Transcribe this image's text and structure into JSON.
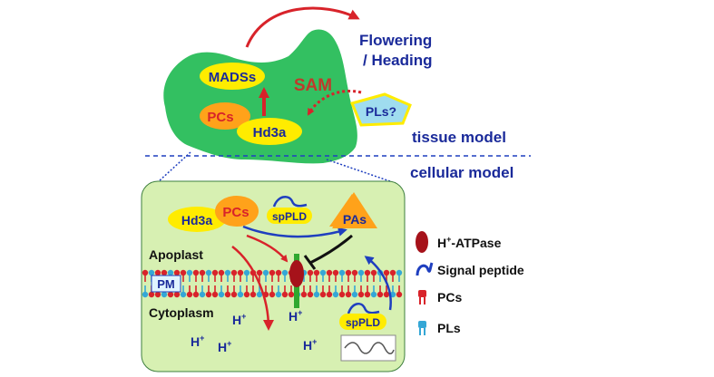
{
  "tissue": {
    "mads": "MADSs",
    "sam": "SAM",
    "pcs": "PCs",
    "hd3a": "Hd3a",
    "pls": "PLs?",
    "flowering_line1": "Flowering",
    "flowering_line2": "/ Heading",
    "tissue_model": "tissue model",
    "cellular_model": "cellular model"
  },
  "cell": {
    "hd3a": "Hd3a",
    "pcs": "PCs",
    "sppld_top": "spPLD",
    "pas": "PAs",
    "apoplast": "Apoplast",
    "pm": "PM",
    "cytoplasm": "Cytoplasm",
    "sppld_bottom": "spPLD",
    "proton": "H",
    "proton_sup": "+"
  },
  "legend": {
    "atpase_h": "H",
    "atpase_sup": "+",
    "atpase_rest": "-ATPase",
    "signal_peptide": "Signal peptide",
    "pcs": "PCs",
    "pls": "PLs"
  },
  "colors": {
    "tissue_green": "#33c061",
    "cell_bg": "#d7f0b2",
    "yellow": "#ffec00",
    "orange": "#ffa21a",
    "red": "#d8232a",
    "blue_text": "#1a2a9a",
    "atpase": "#a6121a",
    "pl_cyan": "#35a7d6"
  }
}
